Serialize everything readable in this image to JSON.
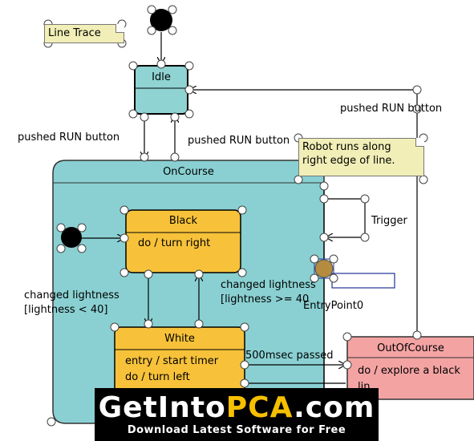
{
  "notes": {
    "line_trace": "Line Trace",
    "robot_note_line1": "Robot runs along",
    "robot_note_line2": "right edge of line."
  },
  "states": {
    "idle": {
      "title": "Idle"
    },
    "on_course": {
      "title": "OnCourse"
    },
    "black": {
      "title": "Black",
      "activity": "do / turn right"
    },
    "white": {
      "title": "White",
      "entry": "entry / start timer",
      "activity": "do / turn left"
    },
    "out_of_course": {
      "title": "OutOfCourse",
      "activity": "do / explore a black lin"
    }
  },
  "transitions": {
    "pushed_run_left": "pushed RUN button",
    "pushed_run_middle": "pushed RUN button",
    "pushed_run_right": "pushed RUN button",
    "trigger": "Trigger",
    "changed_lightness_left_1": "changed lightness",
    "changed_lightness_left_2": "[lightness < 40]",
    "changed_lightness_right_1": "changed lightness",
    "changed_lightness_right_2": "[lightness >= 40",
    "entry_point": "EntryPoint0",
    "timer": "500msec passed"
  },
  "watermark": {
    "brand_pre": "GetInto",
    "brand_highlight": "PCA",
    "brand_post": ".com",
    "tagline": "Download Latest Software for Free"
  },
  "colors": {
    "state_fill": "#8fd3d3",
    "oncourse_fill": "#8ad0d2",
    "substate_fill": "#f7c23a",
    "outofcourse_fill": "#f4a3a3",
    "note_fill": "#f1efb7",
    "entry_point_fill": "#b58b3f",
    "watermark_accent": "#f6c000"
  }
}
